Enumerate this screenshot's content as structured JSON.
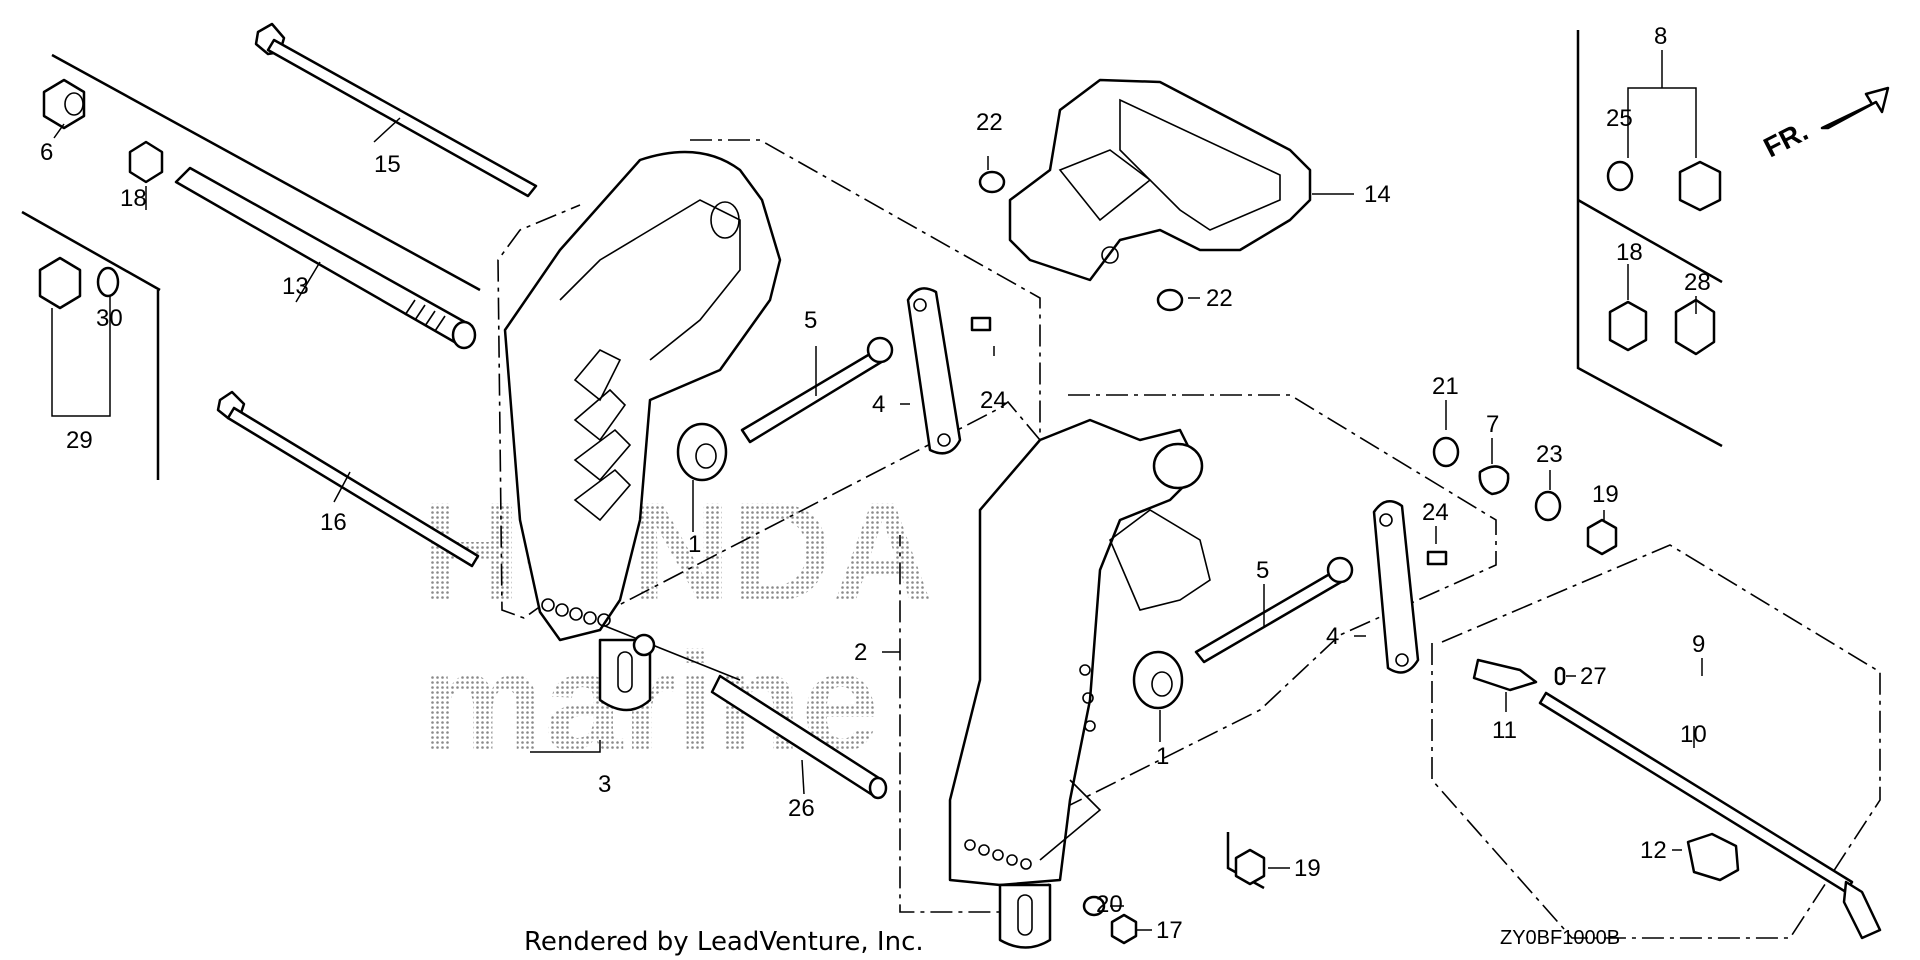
{
  "watermark": {
    "line1": "HONDA",
    "line2": "marine"
  },
  "footer": {
    "rendered_by": "Rendered by LeadVenture, Inc.",
    "diagram_code": "ZY0BF1000B"
  },
  "direction_label": "FR.",
  "callouts": {
    "c1a": "1",
    "c1b": "1",
    "c2": "2",
    "c3": "3",
    "c4a": "4",
    "c4b": "4",
    "c5a": "5",
    "c5b": "5",
    "c6": "6",
    "c7": "7",
    "c8": "8",
    "c9": "9",
    "c10": "10",
    "c11": "11",
    "c12": "12",
    "c13": "13",
    "c14": "14",
    "c15": "15",
    "c16": "16",
    "c17": "17",
    "c18a": "18",
    "c18b": "18",
    "c19a": "19",
    "c19b": "19",
    "c20": "20",
    "c21": "21",
    "c22a": "22",
    "c22b": "22",
    "c23": "23",
    "c24a": "24",
    "c24b": "24",
    "c25": "25",
    "c26": "26",
    "c27": "27",
    "c28": "28",
    "c29": "29",
    "c30": "30"
  }
}
